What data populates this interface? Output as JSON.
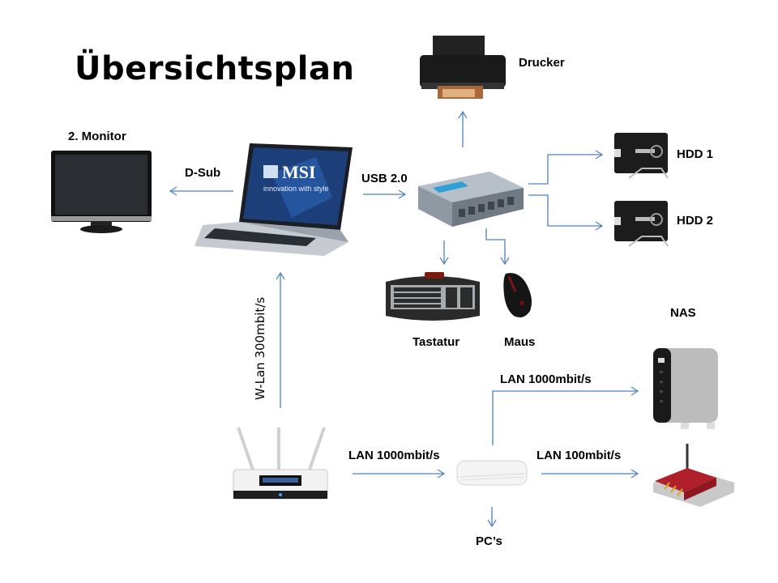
{
  "title": "Übersichtsplan",
  "colors": {
    "connector": "#4f81bd",
    "text": "#000000",
    "background": "#ffffff"
  },
  "devices": {
    "monitor": {
      "label": "2. Monitor",
      "icon": "monitor-icon"
    },
    "laptop": {
      "label": "",
      "icon": "laptop-icon",
      "screen_brand": "MSI",
      "screen_slogan": "innovation with style"
    },
    "printer": {
      "label": "Drucker",
      "icon": "printer-icon"
    },
    "usb_hub": {
      "label": "",
      "icon": "usb-hub-icon"
    },
    "hdd1": {
      "label": "HDD 1",
      "icon": "hdd-icon"
    },
    "hdd2": {
      "label": "HDD 2",
      "icon": "hdd-icon"
    },
    "keyboard": {
      "label": "Tastatur",
      "icon": "keyboard-icon"
    },
    "mouse": {
      "label": "Maus",
      "icon": "mouse-icon"
    },
    "nas": {
      "label": "NAS",
      "icon": "nas-icon"
    },
    "wlan_router": {
      "label": "",
      "icon": "wlan-router-icon"
    },
    "switch": {
      "label": "",
      "icon": "switch-icon"
    },
    "dsl_router": {
      "label": "",
      "icon": "dsl-router-icon"
    },
    "pcs": {
      "label": "PC’s"
    }
  },
  "connections": {
    "dsub": "D-Sub",
    "usb": "USB 2.0",
    "wlan": "W-Lan 300mbit/s",
    "lan_router_switch": "LAN 1000mbit/s",
    "lan_switch_nas": "LAN 1000mbit/s",
    "lan_switch_dsl": "LAN 100mbit/s"
  }
}
